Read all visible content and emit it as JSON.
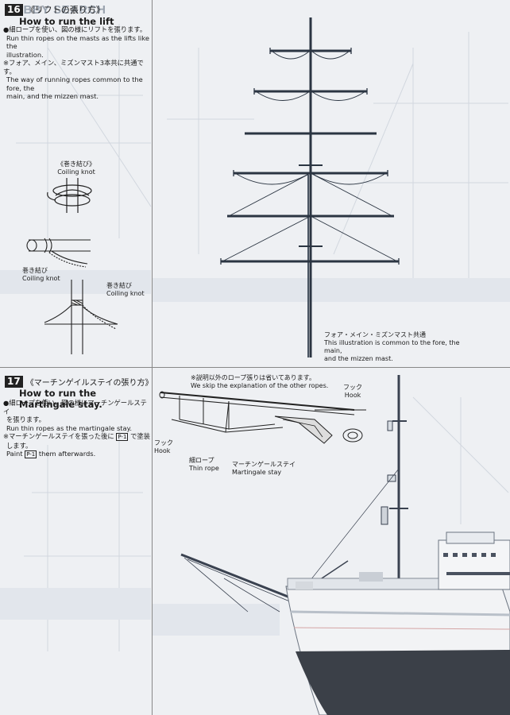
{
  "watermark": "HOBBY SEARCH",
  "step16": {
    "number": "16",
    "jp_title": "《リフトの張り方》",
    "en_title": "How to run the lift",
    "jp_line1": "●細ロープを使い、図の様にリフトを張ります。",
    "en_line1a": "Run thin ropes on the masts as the lifts like the",
    "en_line1b": "illustration.",
    "jp_line2": "※フォア、メイン、ミズンマスト3本共に共通です。",
    "en_line2a": "The way of running ropes common to the fore, the",
    "en_line2b": "main, and the mizzen mast.",
    "coil1_jp": "《巻き結び》",
    "coil1_en": "Coiling knot",
    "coil2_jp": "巻き結び",
    "coil2_en": "Coiling knot",
    "coil3_jp": "巻き結び",
    "coil3_en": "Coiling knot",
    "mast_note_jp": "フォア・メイン・ミズンマスト共通",
    "mast_note_en1": "This illustration is common to the fore, the main,",
    "mast_note_en2": "and the mizzen mast."
  },
  "step17": {
    "number": "17",
    "jp_title": "《マーチンゲイルステイの張り方》",
    "en_title": "How to run the Martingale stay.",
    "jp_line1": "●細ロープを使い、図の様にマーチンゲールステイ",
    "jp_line1b": "を張ります。",
    "en_line1": "Run thin ropes as the martingale stay.",
    "jp_line2": "※マーチンゲールステイを張った後に",
    "jp_line2b": "で塗装",
    "jp_line2c": "します。",
    "en_line2a": "Paint",
    "en_line2b": "them afterwards.",
    "paint_code": "1",
    "skip_jp": "※説明以外のロープ張りは省いてあります。",
    "skip_en": "We skip the explanation of the other ropes.",
    "hook_r_jp": "フック",
    "hook_r_en": "Hook",
    "hook_l_jp": "フック",
    "hook_l_en": "Hook",
    "rope_jp": "細ロープ",
    "rope_en": "Thin rope",
    "stay_jp": "マーチンゲールステイ",
    "stay_en": "Martingale stay"
  }
}
